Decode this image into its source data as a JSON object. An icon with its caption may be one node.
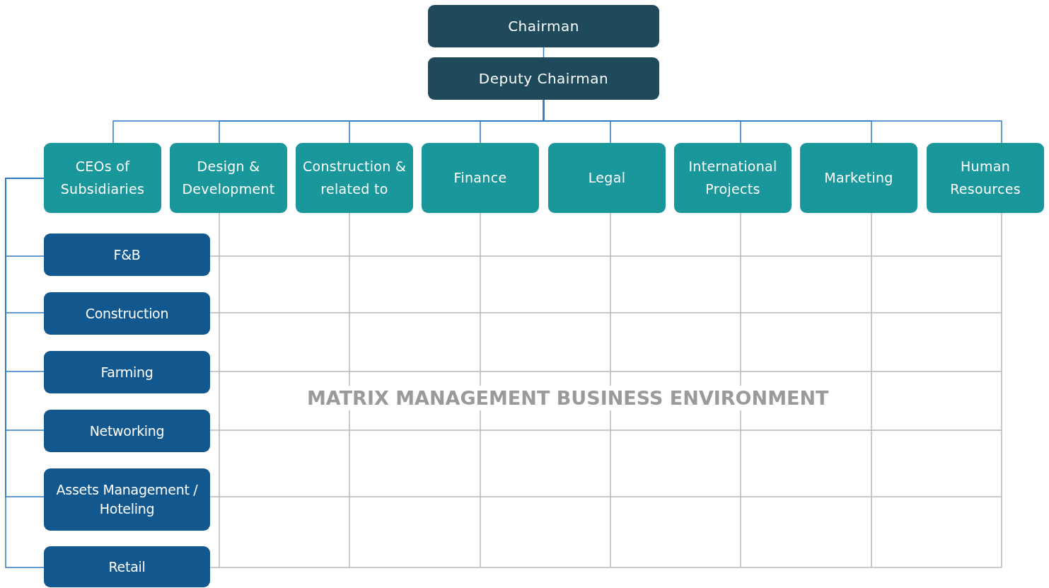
{
  "diagram": {
    "nodes": [
      {
        "text": [
          "Chairman"
        ]
      },
      {
        "text": [
          "Deputy Chairman"
        ]
      },
      {
        "text": [
          "CEOs of Subsidiaries"
        ]
      },
      {
        "text": [
          "Design & Development"
        ]
      },
      {
        "text": [
          "Construction & related to"
        ]
      },
      {
        "text": [
          "Finance"
        ]
      },
      {
        "text": [
          "Legal"
        ]
      },
      {
        "text": [
          "International Projects"
        ]
      },
      {
        "text": [
          "Marketing"
        ]
      },
      {
        "text": [
          "Human Resources"
        ]
      },
      {
        "text": [
          "F&B"
        ]
      },
      {
        "text": [
          "Construction"
        ]
      },
      {
        "text": [
          "Farming"
        ]
      },
      {
        "text": [
          "Networking"
        ]
      },
      {
        "text": [
          "Assets Management / Hoteling"
        ]
      },
      {
        "text": [
          "Retail"
        ]
      }
    ],
    "edges": [
      {
        "from": 0,
        "to": 1,
        "arrow": "none"
      },
      {
        "from": 1,
        "to": 2,
        "arrow": "none"
      },
      {
        "from": 1,
        "to": 3,
        "arrow": "none"
      },
      {
        "from": 1,
        "to": 4,
        "arrow": "none"
      },
      {
        "from": 1,
        "to": 5,
        "arrow": "none"
      },
      {
        "from": 1,
        "to": 6,
        "arrow": "none"
      },
      {
        "from": 1,
        "to": 7,
        "arrow": "none"
      },
      {
        "from": 1,
        "to": 8,
        "arrow": "none"
      },
      {
        "from": 1,
        "to": 9,
        "arrow": "none"
      },
      {
        "from": 2,
        "to": 10,
        "arrow": "none"
      },
      {
        "from": 2,
        "to": 11,
        "arrow": "none"
      },
      {
        "from": 2,
        "to": 12,
        "arrow": "none"
      },
      {
        "from": 2,
        "to": 13,
        "arrow": "none"
      },
      {
        "from": 2,
        "to": 14,
        "arrow": "none"
      },
      {
        "from": 2,
        "to": 15,
        "arrow": "none"
      }
    ],
    "labels": [
      "MATRIX MANAGEMENT BUSINESS ENVIRONMENT"
    ]
  }
}
